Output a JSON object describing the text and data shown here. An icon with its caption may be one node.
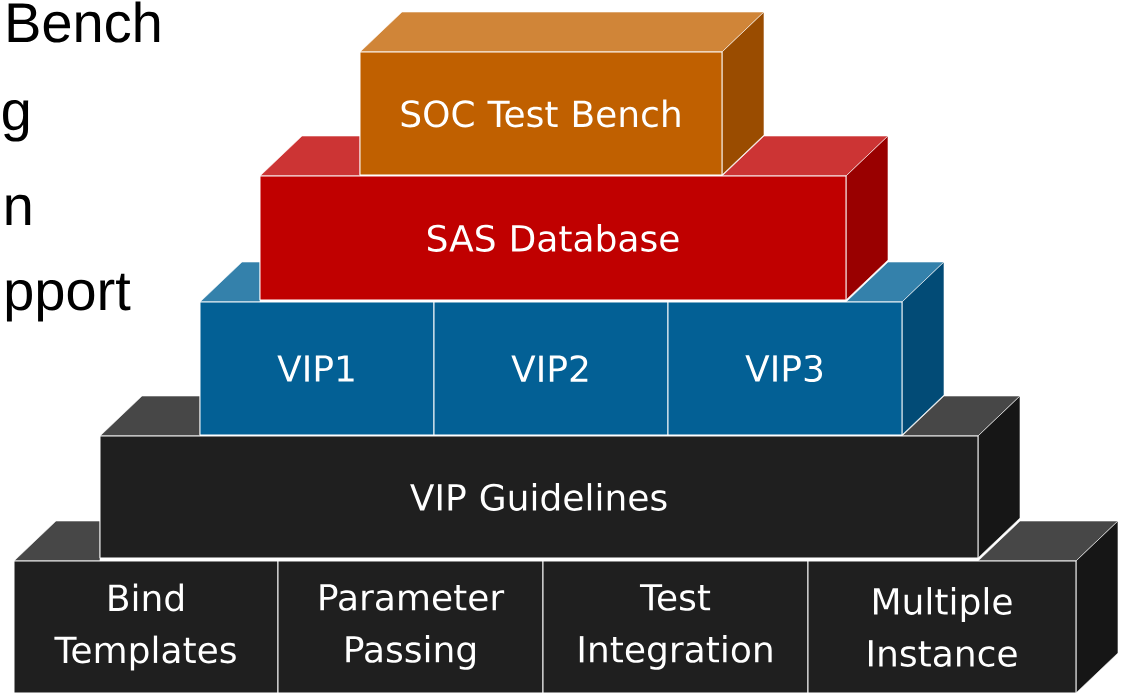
{
  "diagram": {
    "nodes": [
      {
        "text": [
          "SOC Test Bench"
        ]
      },
      {
        "text": [
          "SAS Database"
        ]
      },
      {
        "text": [
          "VIP1"
        ]
      },
      {
        "text": [
          "VIP2"
        ]
      },
      {
        "text": [
          "VIP3"
        ]
      },
      {
        "text": [
          "VIP Guidelines"
        ]
      },
      {
        "text": [
          "Bind Templates"
        ]
      },
      {
        "text": [
          "Parameter Passing"
        ]
      },
      {
        "text": [
          "Test Integration"
        ]
      },
      {
        "text": [
          "Multiple Instance"
        ]
      }
    ],
    "labels": [
      "Bench",
      "g",
      "n",
      "pport"
    ]
  }
}
